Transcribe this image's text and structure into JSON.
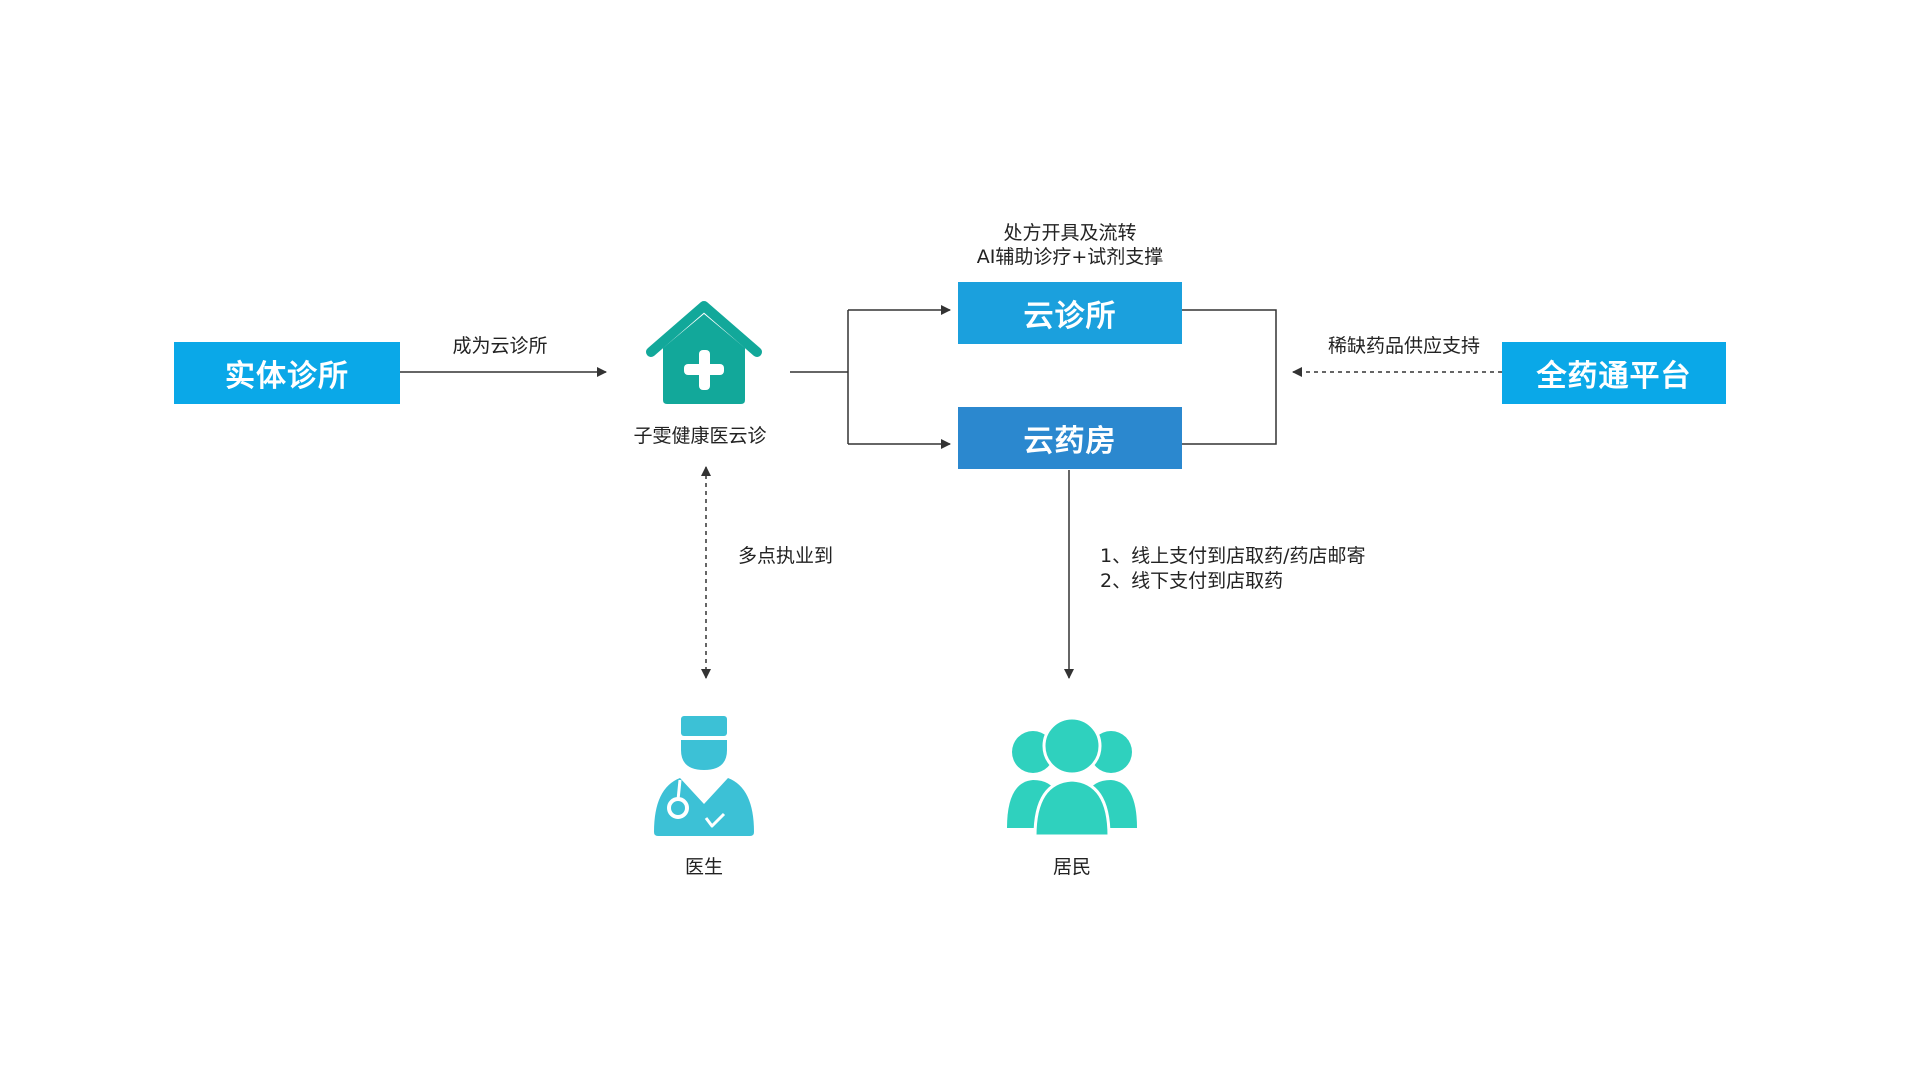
{
  "colors": {
    "box_light": "#0aa8e8",
    "box_mid": "#1ba0dd",
    "box_dark": "#2b88cf",
    "house": "#12a89a",
    "doctor": "#3cc1d6",
    "residents": "#2fd1be",
    "line": "#333333"
  },
  "nodes": {
    "physical_clinic": "实体诊所",
    "platform_center": "子雯健康医云诊",
    "cloud_clinic": "云诊所",
    "cloud_pharmacy": "云药房",
    "quanyaotong": "全药通平台",
    "doctor": "医生",
    "residents": "居民"
  },
  "edges": {
    "become_cloud_clinic": "成为云诊所",
    "multi_site_practice": "多点执业到",
    "rare_drug_support": "稀缺药品供应支持",
    "prescription_top": [
      "处方开具及流转",
      "AI辅助诊疗+试剂支撑"
    ],
    "pickup_options": [
      "1、线上支付到店取药/药店邮寄",
      "2、线下支付到店取药"
    ]
  },
  "icons": {
    "house": "medical-house-icon",
    "doctor": "doctor-icon",
    "residents": "residents-group-icon"
  }
}
